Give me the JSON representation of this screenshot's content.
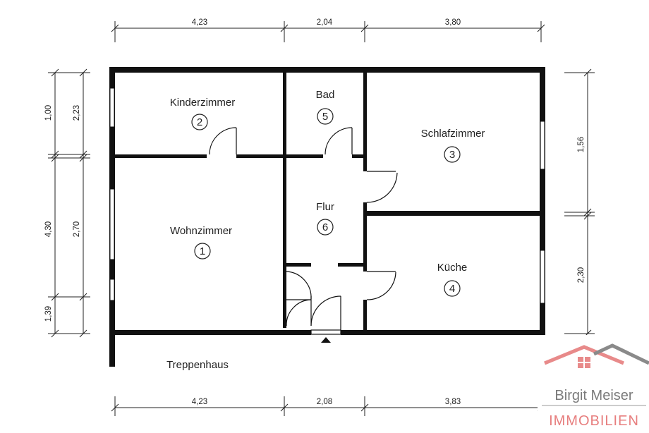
{
  "plan": {
    "rooms": [
      {
        "name": "Kinderzimmer",
        "number": "2"
      },
      {
        "name": "Bad",
        "number": "5"
      },
      {
        "name": "Schlafzimmer",
        "number": "3"
      },
      {
        "name": "Flur",
        "number": "6"
      },
      {
        "name": "Wohnzimmer",
        "number": "1"
      },
      {
        "name": "Küche",
        "number": "4"
      }
    ],
    "outside_label": "Treppenhaus"
  },
  "dimensions": {
    "top": [
      "4,23",
      "2,04",
      "3,80"
    ],
    "bottom": [
      "4,23",
      "2,08",
      "3,83"
    ],
    "left_outer": [
      "1,00",
      "4,30",
      "1,39"
    ],
    "left_inner": [
      "2,23",
      "2,70"
    ],
    "right": [
      "1,56",
      "2,30"
    ]
  },
  "logo": {
    "name": "Birgit Meiser",
    "subtitle": "IMMOBILIEN",
    "roof_color_left": "#e88a8a",
    "roof_color_right": "#8a8a8a"
  },
  "colors": {
    "wall": "#111111",
    "line": "#222222"
  }
}
